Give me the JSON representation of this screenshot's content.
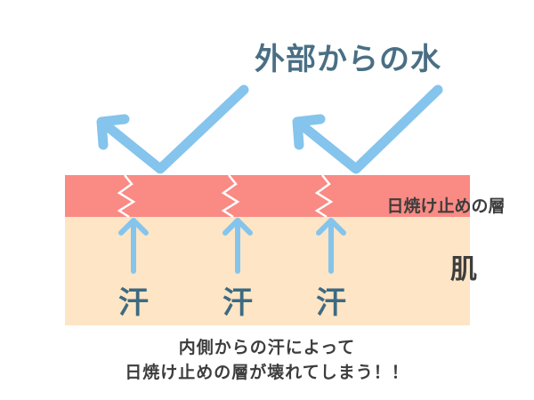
{
  "title": "外部からの水",
  "layers": {
    "sunscreen_label": "日焼け止めの層",
    "skin_label": "肌"
  },
  "sweat_label": "汗",
  "caption": {
    "line1": "内側からの汗によって",
    "line2": "日焼け止めの層が壊れてしまう！！"
  },
  "colors": {
    "sunscreen": "#f98a84",
    "skin": "#fde5c5",
    "arrow": "#85c4ec",
    "text": "#3d3d3d",
    "title": "#4a6f84",
    "sweat": "#3d6a82"
  }
}
